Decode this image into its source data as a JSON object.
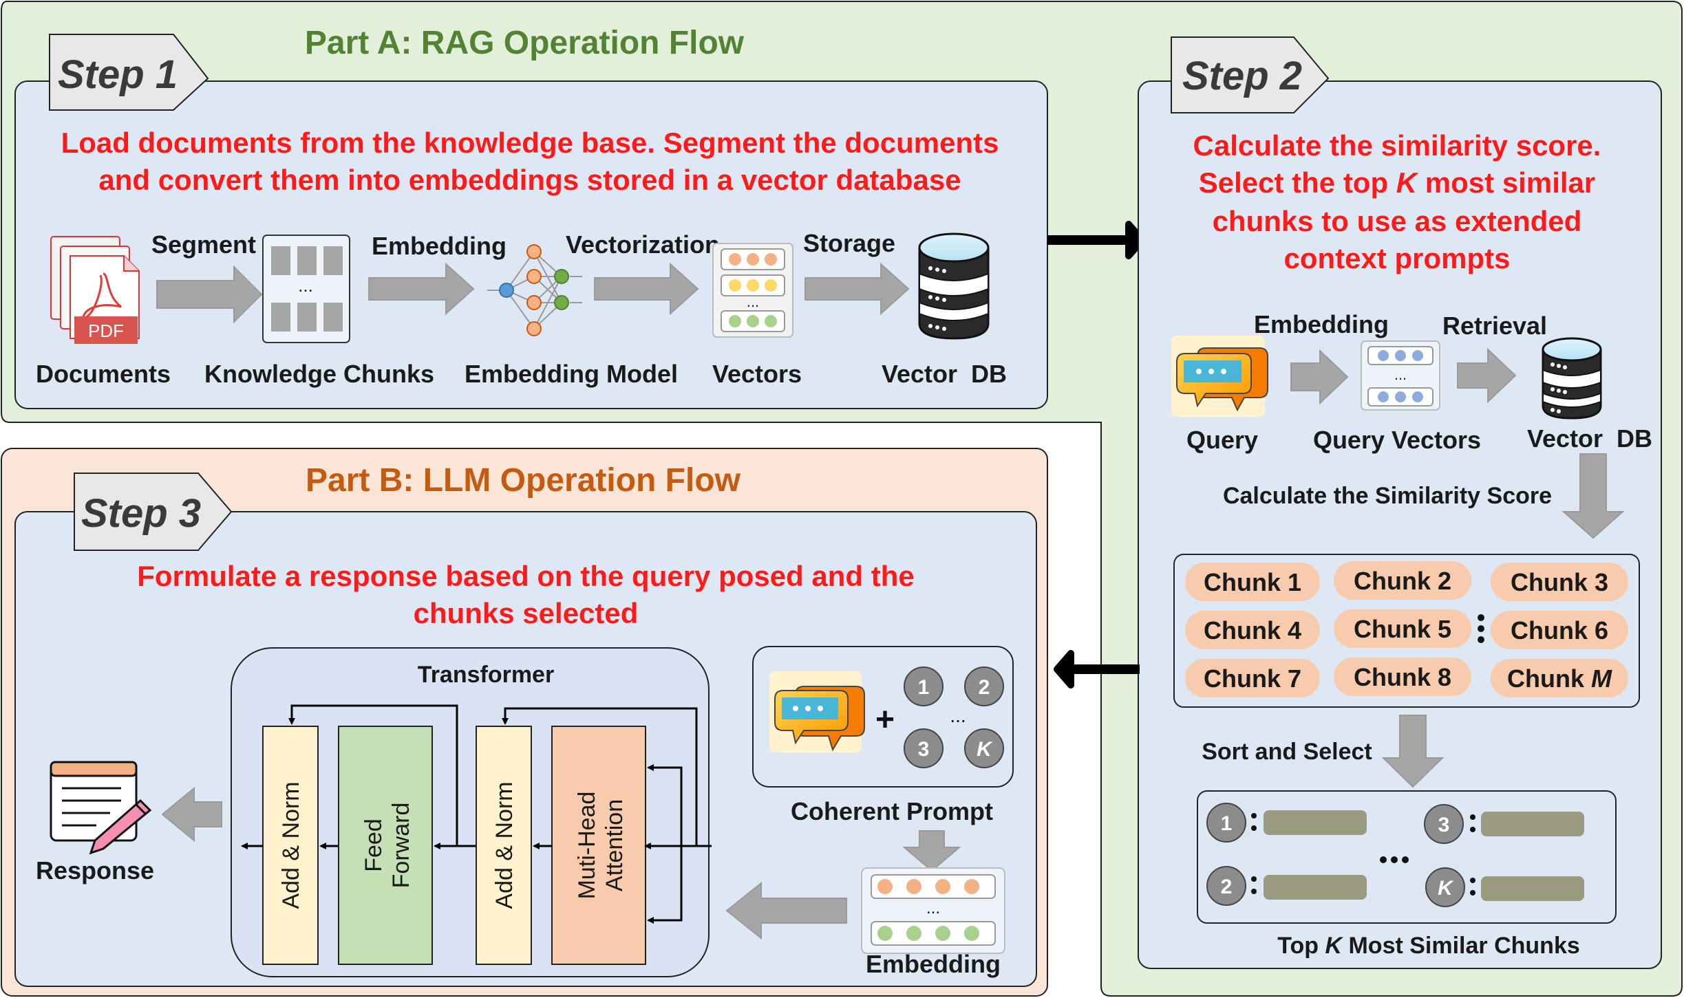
{
  "part_a": {
    "title": "Part A: RAG Operation Flow",
    "step_label": "Step 1",
    "description_line1": "Load documents from the knowledge base. Segment the documents",
    "description_line2": "and convert them into embeddings stored in a vector database",
    "nodes": {
      "documents": "Documents",
      "knowledge_chunks": "Knowledge Chunks",
      "embedding_model": "Embedding Model",
      "vectors": "Vectors",
      "vector_db": "Vector  DB"
    },
    "arrows": {
      "segment": "Segment",
      "embedding": "Embedding",
      "vectorization": "Vectorization",
      "storage": "Storage"
    },
    "pdf_badge": "PDF",
    "ellipsis": "..."
  },
  "step2": {
    "step_label": "Step 2",
    "description_line1": "Calculate the similarity score.",
    "description_line2_pre": "Select the top ",
    "description_line2_k": "K",
    "description_line2_post": " most similar",
    "description_line3": "chunks to use as extended",
    "description_line4": "context prompts",
    "labels": {
      "embedding": "Embedding",
      "retrieval": "Retrieval",
      "query": "Query",
      "query_vectors": "Query Vectors",
      "vector_db": "Vector  DB",
      "similarity": "Calculate the Similarity Score",
      "sort_select": "Sort and Select",
      "top_k_pre": "Top ",
      "top_k_k": "K",
      "top_k_post": " Most Similar Chunks"
    },
    "chunks": [
      "Chunk 1",
      "Chunk 2",
      "Chunk 3",
      "Chunk 4",
      "Chunk 5",
      "Chunk 6",
      "Chunk 7",
      "Chunk 8"
    ],
    "chunk_m_pre": "Chunk ",
    "chunk_m_var": "M",
    "selected_badges": [
      "1",
      "3",
      "2",
      "K"
    ]
  },
  "part_b": {
    "title": "Part B: LLM Operation Flow",
    "step_label": "Step 3",
    "description_line1": "Formulate a response based on the query posed and the",
    "description_line2": "chunks selected",
    "transformer": "Transformer",
    "add_norm": "Add & Norm",
    "feed_forward_1": "Feed",
    "feed_forward_2": "Forward",
    "attention_1": "Muti-Head",
    "attention_2": "Attention",
    "response": "Response",
    "coherent_prompt": "Coherent Prompt",
    "embedding": "Embedding",
    "plus": "+",
    "prompt_badges": [
      "1",
      "2",
      "3",
      "K"
    ]
  },
  "colors": {
    "part_a_bg": "#e2efd9",
    "part_b_bg": "#fbe5d6",
    "step_bg": "#dde8f4",
    "part_a_title": "#548235",
    "part_b_title": "#c55a11",
    "red_text": "#ff1a1a",
    "chunk_pill": "#f8cbad",
    "feed_forward": "#c5e0b4",
    "add_norm": "#fff2cc",
    "attention": "#f8cbad"
  }
}
